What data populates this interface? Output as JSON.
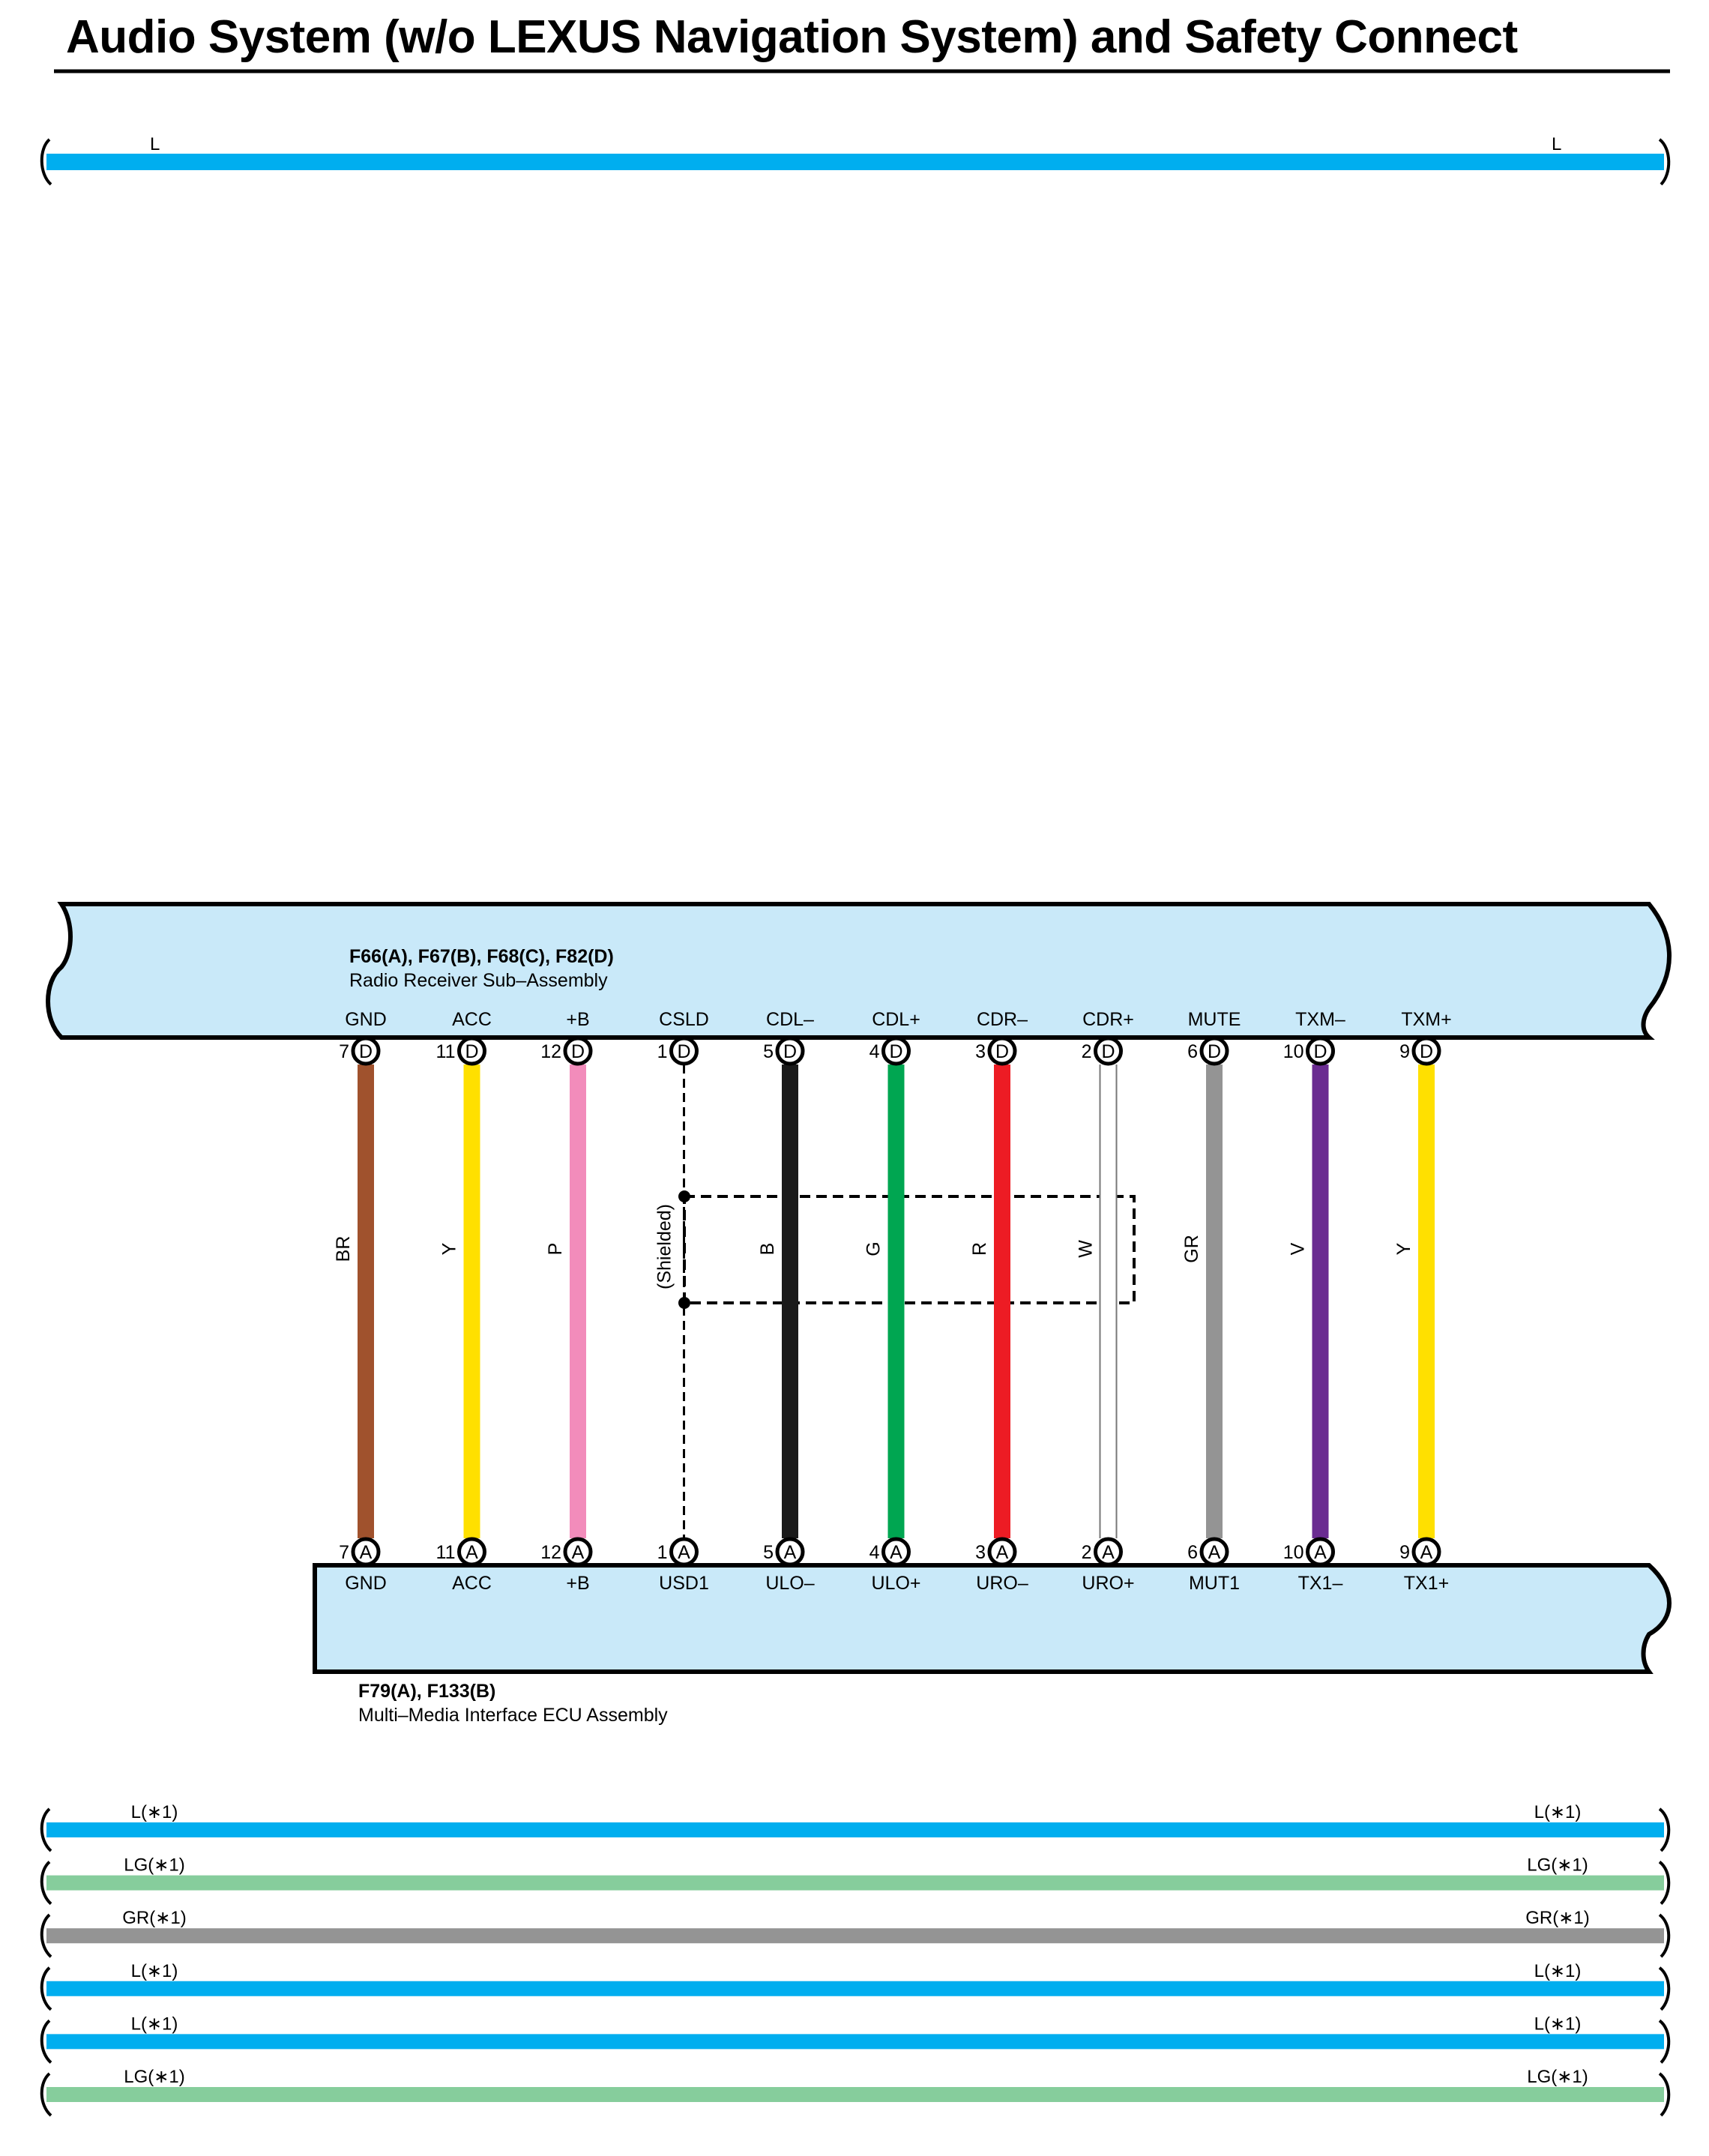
{
  "title": "Audio System (w/o LEXUS Navigation System) and Safety Connect",
  "colors": {
    "L": "#00aeef",
    "LG": "#86cd9c",
    "GR": "#949494",
    "BR": "#a0522d",
    "Y": "#ffe000",
    "P": "#f28cbb",
    "B": "#1a1a1a",
    "G": "#00a651",
    "R": "#ed1c24",
    "W": "#ffffff",
    "V": "#6a2c91",
    "component_fill": "#c9e9f9"
  },
  "top_bus": {
    "left_label": "L",
    "right_label": "L",
    "color": "L"
  },
  "upper_component": {
    "connectors": "F66(A), F67(B), F68(C), F82(D)",
    "name": "Radio Receiver Sub–Assembly",
    "connector_letter": "D"
  },
  "lower_component": {
    "connectors": "F79(A), F133(B)",
    "name": "Multi–Media Interface ECU Assembly",
    "connector_letter": "A"
  },
  "shield_label": "(Shielded)",
  "wires": [
    {
      "top_signal": "GND",
      "top_pin": "7",
      "wire_color": "BR",
      "bottom_signal": "GND",
      "bottom_pin": "7",
      "shielded": false
    },
    {
      "top_signal": "ACC",
      "top_pin": "11",
      "wire_color": "Y",
      "bottom_signal": "ACC",
      "bottom_pin": "11",
      "shielded": false
    },
    {
      "top_signal": "+B",
      "top_pin": "12",
      "wire_color": "P",
      "bottom_signal": "+B",
      "bottom_pin": "12",
      "shielded": false
    },
    {
      "top_signal": "CSLD",
      "top_pin": "1",
      "wire_color": "",
      "bottom_signal": "USD1",
      "bottom_pin": "1",
      "shielded": true
    },
    {
      "top_signal": "CDL–",
      "top_pin": "5",
      "wire_color": "B",
      "bottom_signal": "ULO–",
      "bottom_pin": "5",
      "shielded": false
    },
    {
      "top_signal": "CDL+",
      "top_pin": "4",
      "wire_color": "G",
      "bottom_signal": "ULO+",
      "bottom_pin": "4",
      "shielded": false
    },
    {
      "top_signal": "CDR–",
      "top_pin": "3",
      "wire_color": "R",
      "bottom_signal": "URO–",
      "bottom_pin": "3",
      "shielded": false
    },
    {
      "top_signal": "CDR+",
      "top_pin": "2",
      "wire_color": "W",
      "bottom_signal": "URO+",
      "bottom_pin": "2",
      "shielded": false
    },
    {
      "top_signal": "MUTE",
      "top_pin": "6",
      "wire_color": "GR",
      "bottom_signal": "MUT1",
      "bottom_pin": "6",
      "shielded": false
    },
    {
      "top_signal": "TXM–",
      "top_pin": "10",
      "wire_color": "V",
      "bottom_signal": "TX1–",
      "bottom_pin": "10",
      "shielded": false
    },
    {
      "top_signal": "TXM+",
      "top_pin": "9",
      "wire_color": "Y",
      "bottom_signal": "TX1+",
      "bottom_pin": "9",
      "shielded": false
    }
  ],
  "bottom_buses": [
    {
      "left_label": "L(∗1)",
      "right_label": "L(∗1)",
      "color": "L"
    },
    {
      "left_label": "LG(∗1)",
      "right_label": "LG(∗1)",
      "color": "LG"
    },
    {
      "left_label": "GR(∗1)",
      "right_label": "GR(∗1)",
      "color": "GR"
    },
    {
      "left_label": "L(∗1)",
      "right_label": "L(∗1)",
      "color": "L"
    },
    {
      "left_label": "L(∗1)",
      "right_label": "L(∗1)",
      "color": "L"
    },
    {
      "left_label": "LG(∗1)",
      "right_label": "LG(∗1)",
      "color": "LG"
    }
  ]
}
